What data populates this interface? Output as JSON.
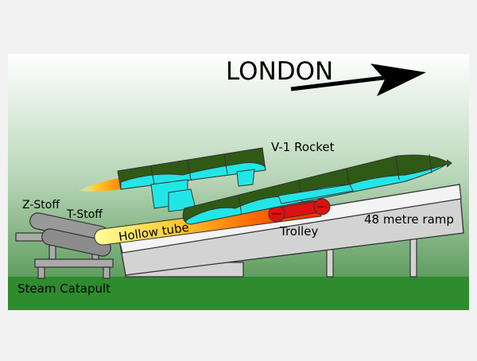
{
  "diagram": {
    "labels": {
      "london": "LONDON",
      "v1_rocket": "V-1 Rocket",
      "z_stoff": "Z-Stoff",
      "t_stoff": "T-Stoff",
      "hollow_tube": "Hollow tube",
      "trolley": "Trolley",
      "ramp": "48 metre ramp",
      "steam_catapult": "Steam Catapult"
    },
    "colors": {
      "sky_top": "#ffffff",
      "sky_bottom": "#6aa36a",
      "ground": "#2e8b2e",
      "ramp": "#d3d3d3",
      "fuselage_camo": "#2f5a16",
      "fuselage_light": "#22e6e6",
      "trolley": "#dd1111",
      "tube_hot": "#ff3300",
      "tube_cool": "#ffff88",
      "frame": "#aaaaaa"
    }
  }
}
